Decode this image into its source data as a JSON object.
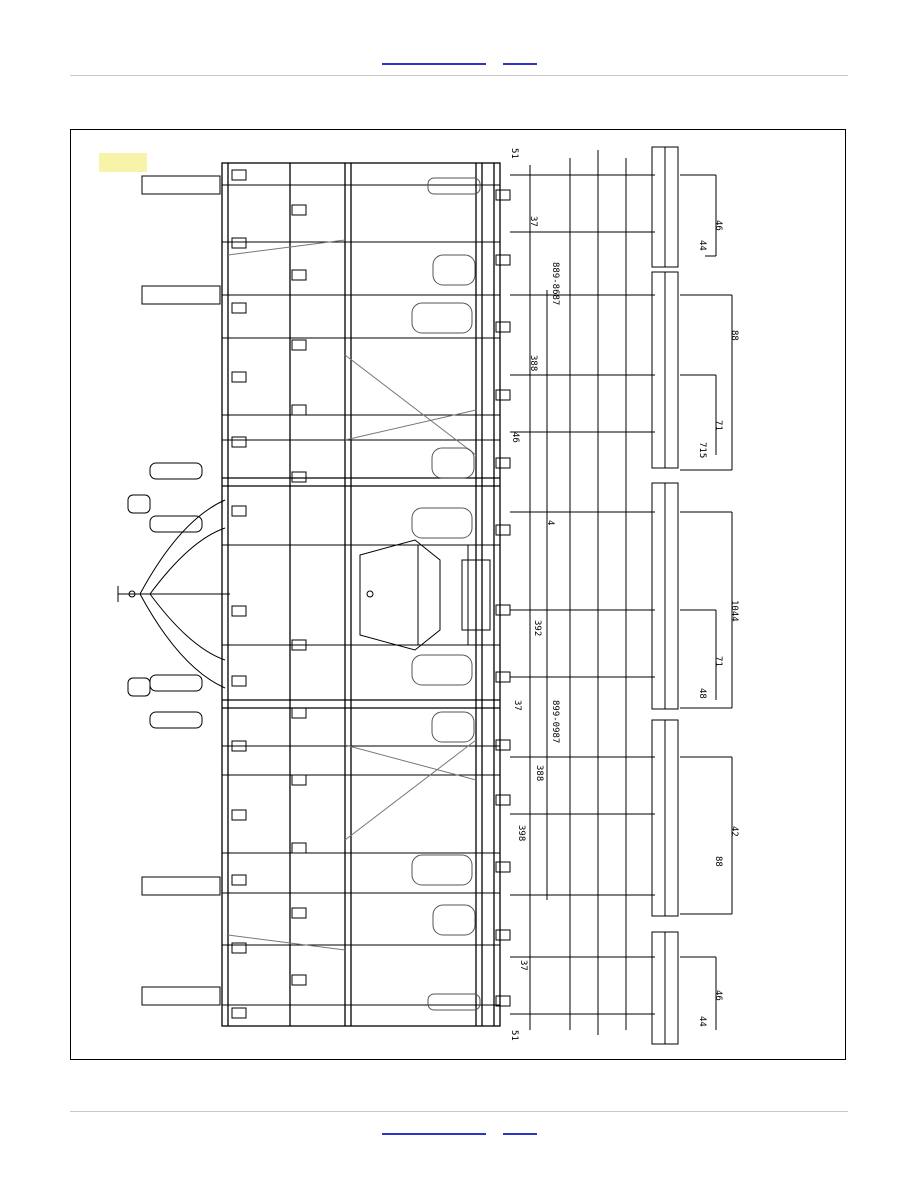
{
  "nav": {
    "link_color": "#2a35c8"
  },
  "drawing": {
    "dimensions_right": [
      "46",
      "44",
      "88",
      "71",
      "715",
      "1044",
      "71",
      "48",
      "88",
      "42",
      "46",
      "44"
    ],
    "dimensions_mid": [
      "51",
      "37",
      "388",
      "46",
      "4",
      "37",
      "392",
      "388",
      "398",
      "51",
      "37"
    ],
    "part_numbers": [
      "889-8687",
      "899-0987"
    ]
  }
}
